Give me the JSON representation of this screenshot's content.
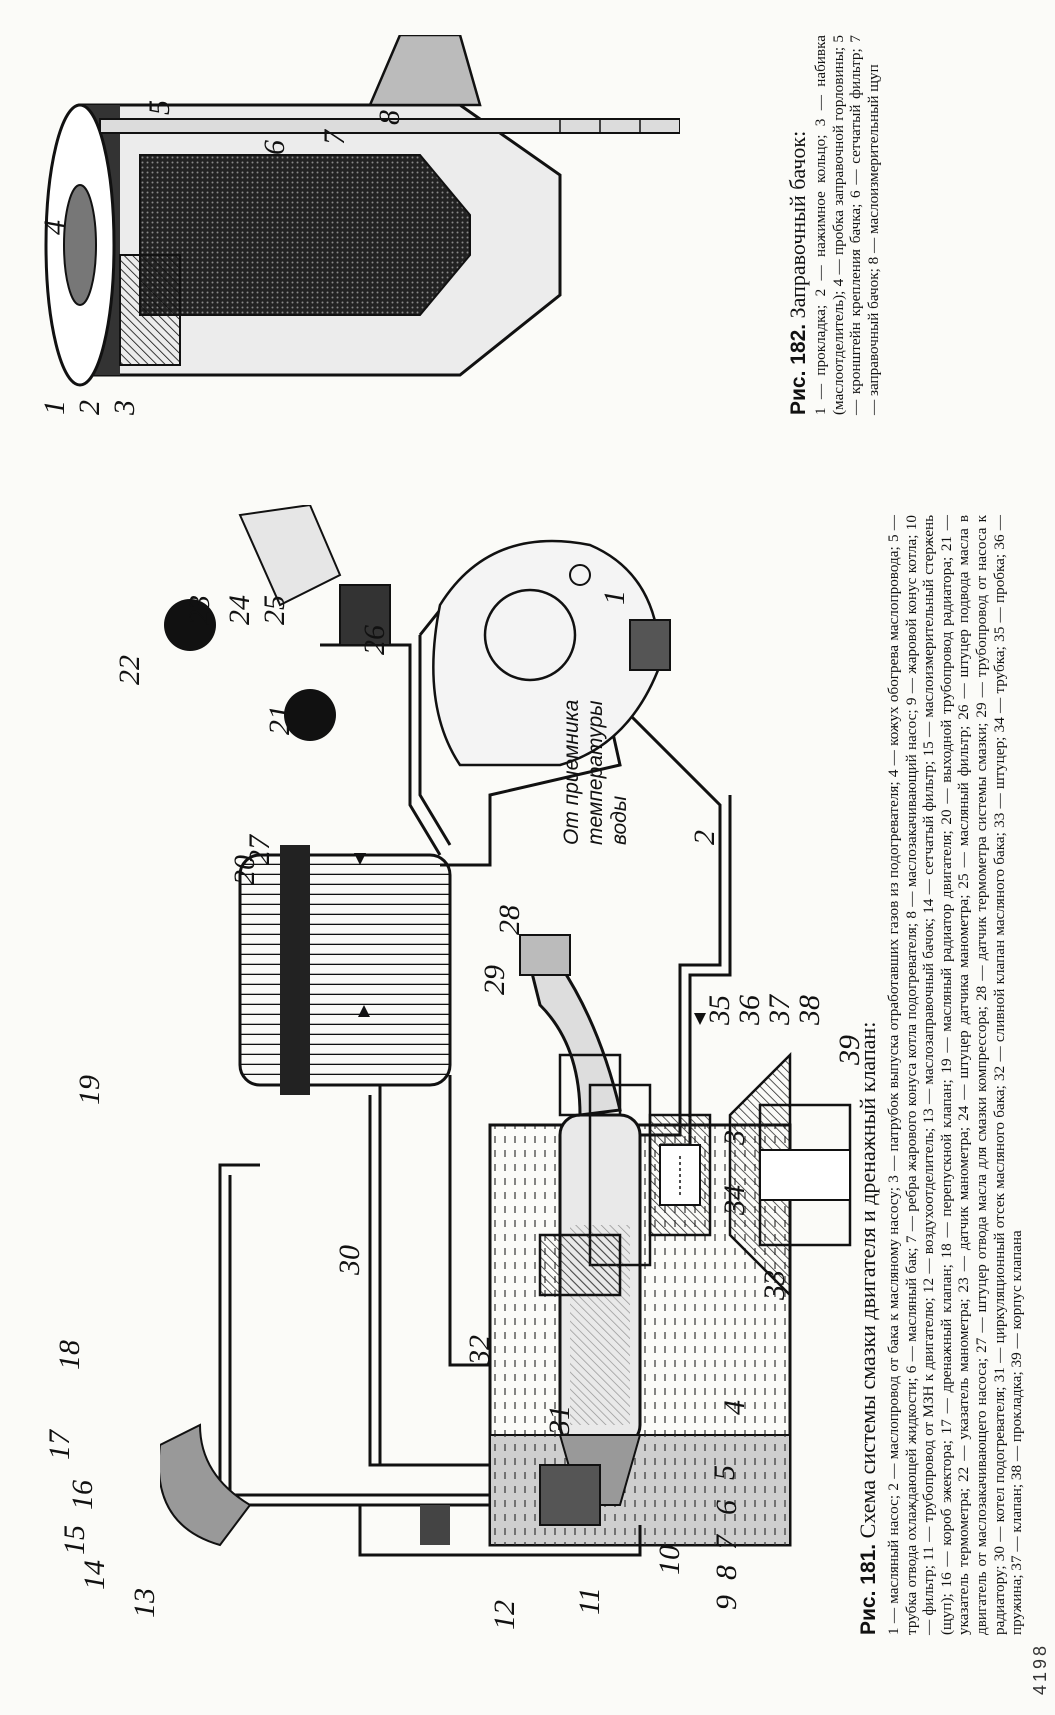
{
  "fig181": {
    "caption_label": "Рис. 181.",
    "caption_title": "Схема системы смазки двигателя и дренажный клапан:",
    "caption_body": "1 — масляный насос; 2 — маслопровод от бака к масляному насосу; 3 — патрубок выпуска отработавших газов из подогревателя; 4 — кожух обогрева маслопровода; 5 — трубка отвода охлаждающей жидкости; 6 — масляный бак; 7 — ребра жарового конуса котла подогревателя; 8 — маслозакачивающий насос; 9 — жаровой конус котла; 10 — фильтр; 11 — трубопровод от МЗН к двигателю; 12 — воздухоотделитель; 13 — маслозаправочный бачок; 14 — сетчатый фильтр; 15 — маслоизмерительный стержень (щуп); 16 — короб эжектора; 17 — дренажный клапан; 18 — перепускной клапан; 19 — масляный радиатор двигателя; 20 — выходной трубопровод радиатора; 21 — указатель термометра; 22 — указатель манометра; 23 — датчик манометра; 24 — штуцер датчика манометра; 25 — масляный фильтр; 26 — штуцер подвода масла в двигатель от маслозакачивающего насоса; 27 — штуцер отвода масла для смазки компрессора; 28 — датчик термометра системы смазки; 29 — трубопровод от насоса к радиатору; 30 — котел подогревателя; 31 — циркуляционный отсек масляного бака; 32 — сливной клапан масляного бака; 33 — штуцер; 34 — трубка; 35 — пробка; 36 — пружина; 37 — клапан; 38 — прокладка; 39 — корпус клапана",
    "water_note": "От приемника температуры воды",
    "callouts": [
      "1",
      "2",
      "3",
      "4",
      "5",
      "6",
      "7",
      "8",
      "9",
      "10",
      "11",
      "12",
      "13",
      "14",
      "15",
      "16",
      "17",
      "18",
      "19",
      "20",
      "21",
      "22",
      "23",
      "24",
      "25",
      "26",
      "27",
      "28",
      "29",
      "30",
      "31",
      "32",
      "33",
      "34",
      "35",
      "36",
      "37",
      "38",
      "39"
    ]
  },
  "fig182": {
    "caption_label": "Рис. 182.",
    "caption_title": "Заправочный бачок:",
    "caption_body": "1 — прокладка; 2 — нажимное кольцо; 3 — набивка (маслоотделитель); 4 — пробка заправочной горловины; 5 — кронштейн крепления бачка; 6 — сетчатый фильтр; 7 — заправочный бачок; 8 — маслоизмерительный щуп",
    "callouts": [
      "1",
      "2",
      "3",
      "4",
      "5",
      "6",
      "7",
      "8"
    ]
  },
  "footer": "4198"
}
